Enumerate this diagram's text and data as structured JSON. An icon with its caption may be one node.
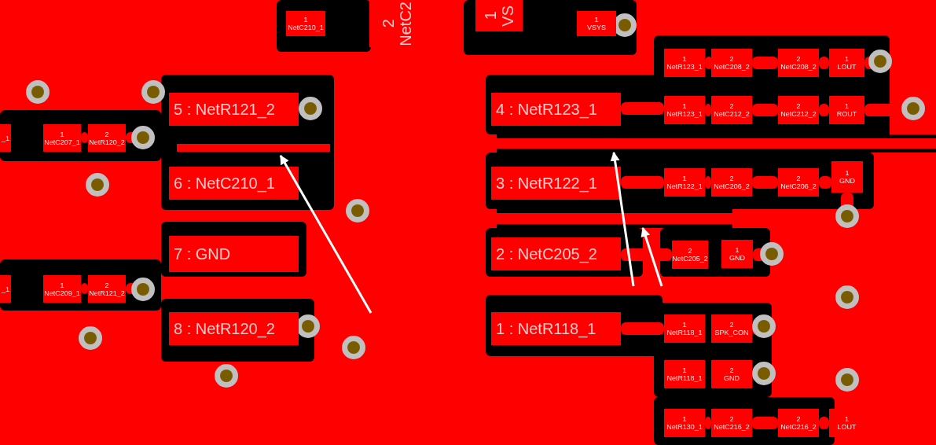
{
  "diagram": {
    "nodes": [
      {
        "text": [
          "1",
          "NetC210_1"
        ]
      },
      {
        "text": [
          "2",
          "NetC2"
        ]
      },
      {
        "text": [
          "1",
          "VS"
        ]
      },
      {
        "text": [
          "1",
          "VSYS"
        ]
      },
      {
        "text": [
          "1",
          "NetR123_1"
        ]
      },
      {
        "text": [
          "2",
          "NetC208_2"
        ]
      },
      {
        "text": [
          "2",
          "NetC208_2"
        ]
      },
      {
        "text": [
          "1",
          "LOUT"
        ]
      },
      {
        "text": [
          "5 : NetR121_2"
        ]
      },
      {
        "text": [
          "4 : NetR123_1"
        ]
      },
      {
        "text": [
          "1",
          "NetR123_1"
        ]
      },
      {
        "text": [
          "2",
          "NetC212_2"
        ]
      },
      {
        "text": [
          "2",
          "NetC212_2"
        ]
      },
      {
        "text": [
          "1",
          "ROUT"
        ]
      },
      {
        "text": [
          "_1"
        ]
      },
      {
        "text": [
          "1",
          "NetC207_1"
        ]
      },
      {
        "text": [
          "2",
          "NetR120_2"
        ]
      },
      {
        "text": [
          "6 : NetC210_1"
        ]
      },
      {
        "text": [
          "3 : NetR122_1"
        ]
      },
      {
        "text": [
          "1",
          "NetR122_1"
        ]
      },
      {
        "text": [
          "2",
          "NetC206_2"
        ]
      },
      {
        "text": [
          "2",
          "NetC206_2"
        ]
      },
      {
        "text": [
          "1",
          "GND"
        ]
      },
      {
        "text": [
          "7 : GND"
        ]
      },
      {
        "text": [
          "2 : NetC205_2"
        ]
      },
      {
        "text": [
          "2",
          "NetC205_2"
        ]
      },
      {
        "text": [
          "1",
          "GND"
        ]
      },
      {
        "text": [
          "_1"
        ]
      },
      {
        "text": [
          "1",
          "NetC209_1"
        ]
      },
      {
        "text": [
          "2",
          "NetR121_2"
        ]
      },
      {
        "text": [
          "8 : NetR120_2"
        ]
      },
      {
        "text": [
          "1 : NetR118_1"
        ]
      },
      {
        "text": [
          "1",
          "NetR118_1"
        ]
      },
      {
        "text": [
          "2",
          "SPK_CON"
        ]
      },
      {
        "text": [
          "1",
          "NetR118_1"
        ]
      },
      {
        "text": [
          "2",
          "GND"
        ]
      },
      {
        "text": [
          "1",
          "NetR130_1"
        ]
      },
      {
        "text": [
          "2",
          "NetC216_2"
        ]
      },
      {
        "text": [
          "2",
          "NetC216_2"
        ]
      },
      {
        "text": [
          "1",
          "LOUT"
        ]
      },
      {
        "text": [],
        "shape": "bar"
      },
      {
        "text": [],
        "shape": "bar"
      },
      {
        "text": [],
        "shape": "bar"
      }
    ],
    "edges": [
      {
        "from": null,
        "to": 40,
        "arrow": "to"
      },
      {
        "from": null,
        "to": 41,
        "arrow": "to"
      },
      {
        "from": null,
        "to": 42,
        "arrow": "to"
      }
    ]
  }
}
